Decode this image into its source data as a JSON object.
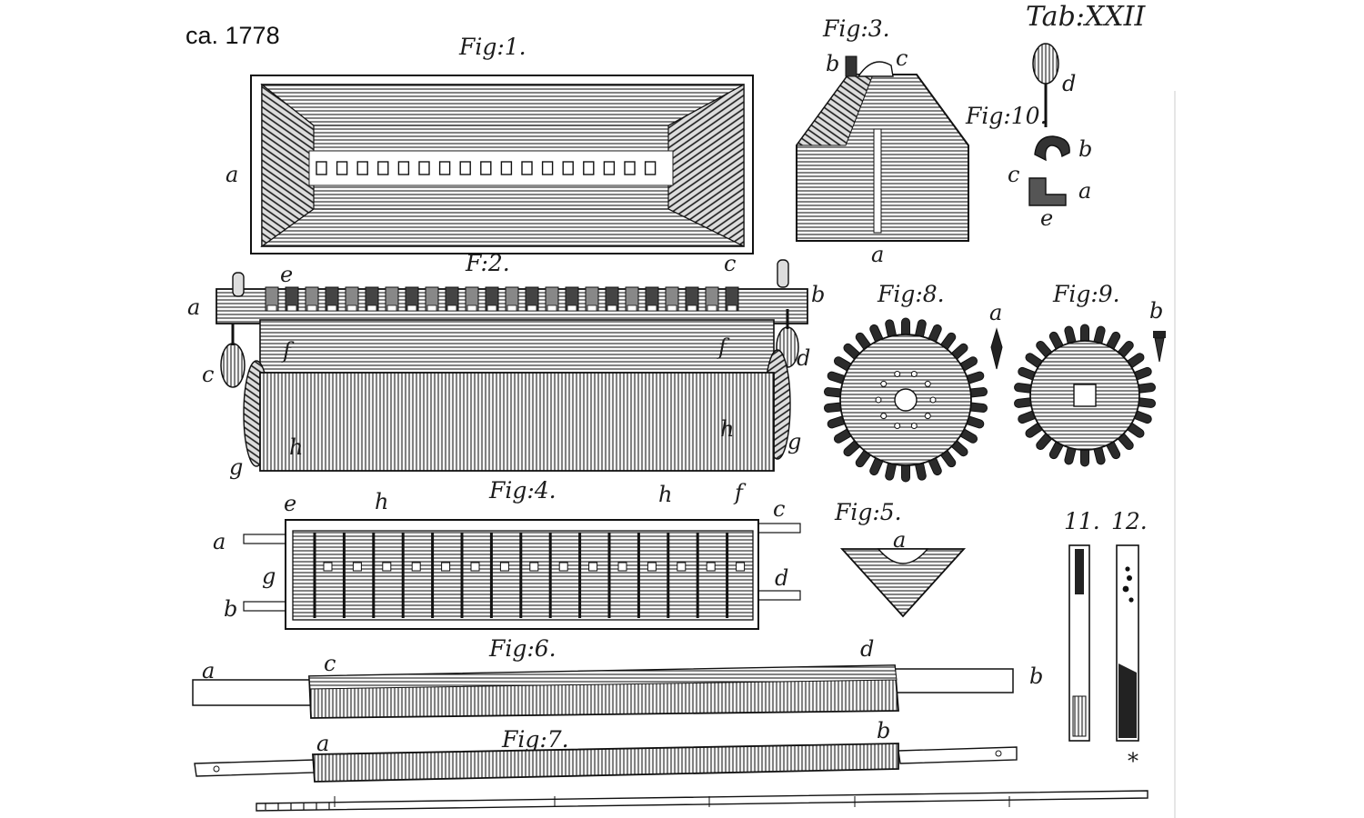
{
  "caption": {
    "date": "ca. 1778"
  },
  "plate": {
    "tab_label": "Tab:XXII",
    "figures": {
      "fig1": {
        "title": "Fig:1.",
        "letters": [
          "a"
        ]
      },
      "fig2": {
        "title": "F:2.",
        "letters": [
          "a",
          "b",
          "c",
          "c",
          "d",
          "e",
          "f",
          "f",
          "g",
          "g",
          "h",
          "h"
        ]
      },
      "fig3": {
        "title": "Fig:3.",
        "letters": [
          "b",
          "c",
          "a"
        ]
      },
      "fig4": {
        "title": "Fig:4.",
        "letters": [
          "e",
          "h",
          "h",
          "f",
          "a",
          "b",
          "c",
          "d",
          "g"
        ]
      },
      "fig5": {
        "title": "Fig:5.",
        "letters": [
          "a"
        ]
      },
      "fig6": {
        "title": "Fig:6.",
        "letters": [
          "a",
          "b",
          "c",
          "d"
        ]
      },
      "fig7": {
        "title": "Fig:7.",
        "letters": [
          "a",
          "b"
        ]
      },
      "fig8": {
        "title": "Fig:8.",
        "letters": [
          "a"
        ]
      },
      "fig9": {
        "title": "Fig:9.",
        "letters": [
          "b"
        ]
      },
      "fig10": {
        "title": "Fig:10.",
        "letters": [
          "d",
          "b",
          "c",
          "a",
          "e"
        ]
      },
      "fig11": {
        "title": "11."
      },
      "fig12": {
        "title": "12."
      }
    }
  }
}
